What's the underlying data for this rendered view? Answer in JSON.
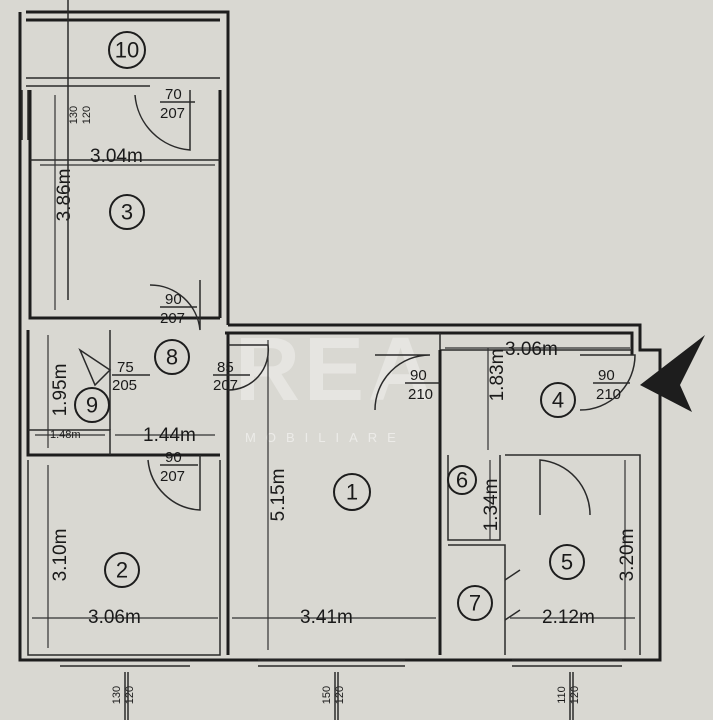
{
  "rooms": [
    {
      "id": "room-1",
      "number": "1"
    },
    {
      "id": "room-2",
      "number": "2"
    },
    {
      "id": "room-3",
      "number": "3"
    },
    {
      "id": "room-4",
      "number": "4"
    },
    {
      "id": "room-5",
      "number": "5"
    },
    {
      "id": "room-6",
      "number": "6"
    },
    {
      "id": "room-7",
      "number": "7"
    },
    {
      "id": "room-8",
      "number": "8"
    },
    {
      "id": "room-9",
      "number": "9"
    },
    {
      "id": "room-10",
      "number": "10"
    }
  ],
  "dimensions": {
    "d304": "3.04m",
    "d386": "3.86m",
    "d195": "1.95m",
    "d148": "1.48m",
    "d144": "1.44m",
    "d310": "3.10m",
    "d306a": "3.06m",
    "d341": "3.41m",
    "d515": "5.15m",
    "d306b": "3.06m",
    "d183": "1.83m",
    "d134": "1.34m",
    "d320": "3.20m",
    "d212": "2.12m"
  },
  "doors": {
    "d70": "70",
    "d207a": "207",
    "d90a": "90",
    "d207b": "207",
    "d75": "75",
    "d205": "205",
    "d85": "85",
    "d207c": "207",
    "d90b": "90",
    "d207d": "207",
    "d90c": "90",
    "d210a": "210",
    "d90d": "90",
    "d210b": "210"
  },
  "windows": {
    "w1a": "130",
    "w1b": "120",
    "w2a": "130",
    "w2b": "120",
    "w3a": "150",
    "w3b": "120",
    "w4a": "110",
    "w4b": "120"
  },
  "watermark": {
    "main": "REA",
    "sub": "MOBILIARE"
  },
  "colors": {
    "paper": "#d9d8d2",
    "ink": "#1d1d1d"
  }
}
